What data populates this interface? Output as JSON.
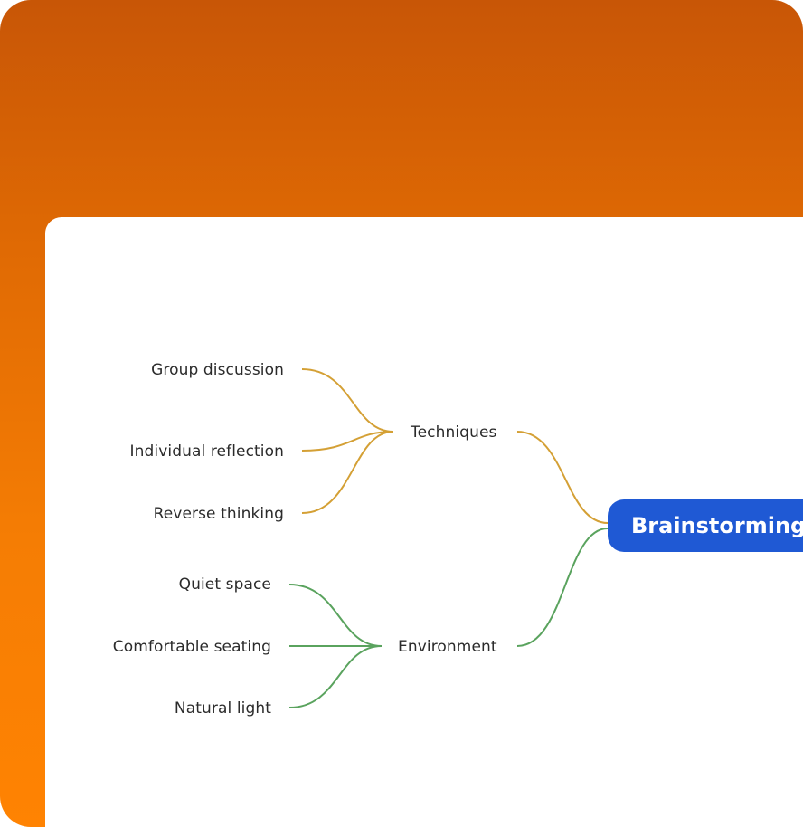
{
  "mindmap": {
    "root": "Brainstorming",
    "colors": {
      "techniques": "#d4a035",
      "environment": "#5aa35e",
      "root_bg": "#1f59d4",
      "frame": "#f07a04"
    },
    "branches": [
      {
        "label": "Techniques",
        "children": [
          "Group discussion",
          "Individual reflection",
          "Reverse thinking"
        ]
      },
      {
        "label": "Environment",
        "children": [
          "Quiet space",
          "Comfortable seating",
          "Natural light"
        ]
      }
    ]
  }
}
